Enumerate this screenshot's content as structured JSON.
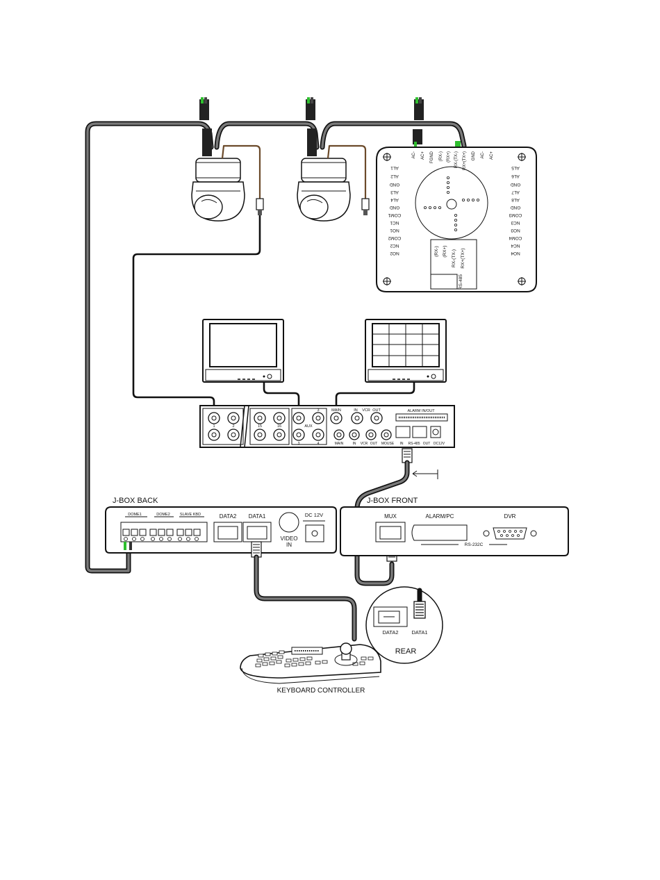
{
  "dome_board": {
    "top_pins": [
      "AC-",
      "AC+",
      "FGND",
      "(RX-)",
      "(RX+)",
      "RX-(TX-)",
      "RX+(TX+)",
      "GND",
      "AC-",
      "AC+"
    ],
    "left_pins": [
      "AL1",
      "AL2",
      "GND",
      "AL3",
      "AL4",
      "GND",
      "COM1",
      "NC1",
      "NO1",
      "COM2",
      "NC2",
      "NO2"
    ],
    "right_pins": [
      "AL5",
      "AL6",
      "GND",
      "AL7",
      "AL8",
      "GND",
      "COM3",
      "NC3",
      "NO3",
      "COM4",
      "NC4",
      "NO4"
    ],
    "rs485_pins": [
      "(RX-)",
      "(RX+)",
      "RX-(TX-)",
      "RX+(TX+)"
    ],
    "rs485_label": "RS-485"
  },
  "mux": {
    "top_labels": [
      "1",
      "2",
      "15",
      "16",
      "3",
      "AUX",
      "MAIN",
      "IN",
      "VCR",
      "OUT"
    ],
    "bottom_labels": [
      "3",
      "4",
      "MAIN",
      "IN",
      "VCR",
      "OUT",
      "MOUSE",
      "IN",
      "RS-485",
      "OUT",
      "DC12V"
    ],
    "alarm_label": "ALARM IN/OUT"
  },
  "jbox_back": {
    "title": "J-BOX BACK",
    "dome1": "DOME1",
    "dome2": "DOME2",
    "slave_kbd": "SLAVE KBD",
    "data2": "DATA2",
    "data1": "DATA1",
    "video_in_1": "VIDEO",
    "video_in_2": "IN",
    "dc12v": "DC 12V"
  },
  "jbox_front": {
    "title": "J-BOX FRONT",
    "mux": "MUX",
    "alarm_pc": "ALARM/PC",
    "dvr": "DVR",
    "rs232c": "RS-232C"
  },
  "keyboard": {
    "title": "KEYBOARD CONTROLLER",
    "rear": "REAR",
    "data2": "DATA2",
    "data1": "DATA1"
  }
}
